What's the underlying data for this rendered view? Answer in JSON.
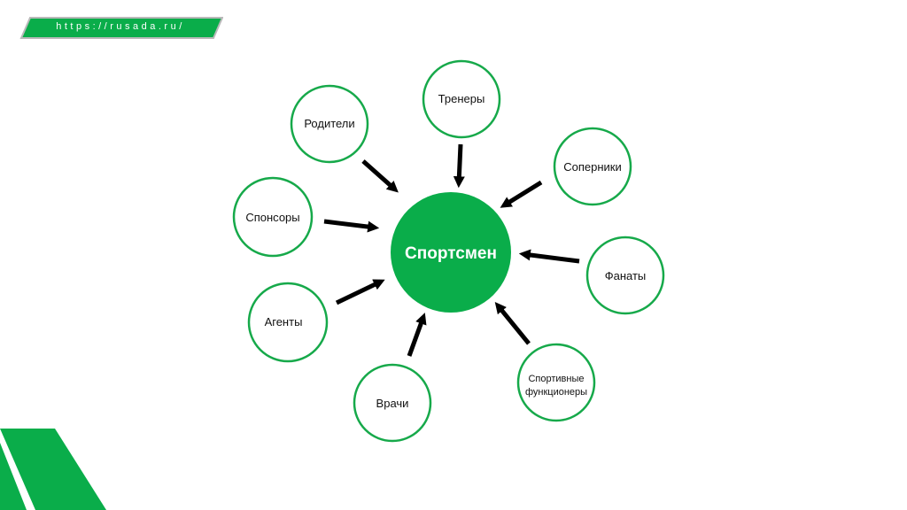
{
  "header": {
    "url": "https://rusada.ru/"
  },
  "colors": {
    "accent": "#0aad4a",
    "node_border": "#16a94a",
    "arrow": "#000000"
  },
  "diagram": {
    "center": "Спортсмен",
    "nodes": [
      "Родители",
      "Тренеры",
      "Соперники",
      "Спонсоры",
      "Фанаты",
      "Агенты",
      "Врачи",
      "Спортивные",
      "функционеры"
    ]
  }
}
